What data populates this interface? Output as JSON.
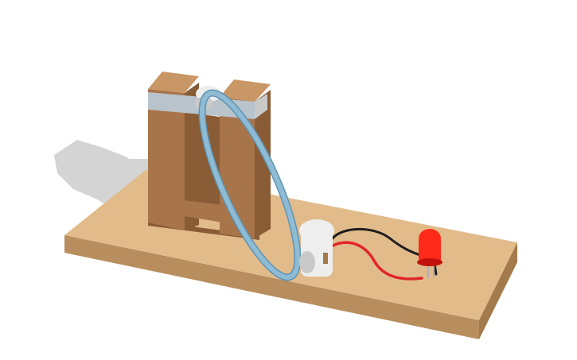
{
  "scene": {
    "background": "#ffffff",
    "colors": {
      "shadow": "#d4d4d4",
      "wood_top": "#e2bb8b",
      "wood_front": "#b88e5e",
      "wood_side": "#a37a4b",
      "post_front": "#a8744a",
      "post_side": "#8a5c36",
      "post_top": "#c99666",
      "bar": "#b9c3cb",
      "loop": "#8fbcd4",
      "loop_dark": "#5c94b3",
      "switch_body": "#eeeeee",
      "switch_shade": "#c9c9c9",
      "wire_red": "#e0262a",
      "wire_black": "#1e1e1e",
      "led_red": "#ff2a1a",
      "led_dark": "#c2110a",
      "lead": "#b0b0b0"
    },
    "objects": [
      "shadow",
      "wooden-base",
      "upright-frame",
      "crossbar",
      "pulley-wheel",
      "elastic-loop",
      "micro-switch",
      "red-wire",
      "black-wire",
      "red-led"
    ]
  }
}
